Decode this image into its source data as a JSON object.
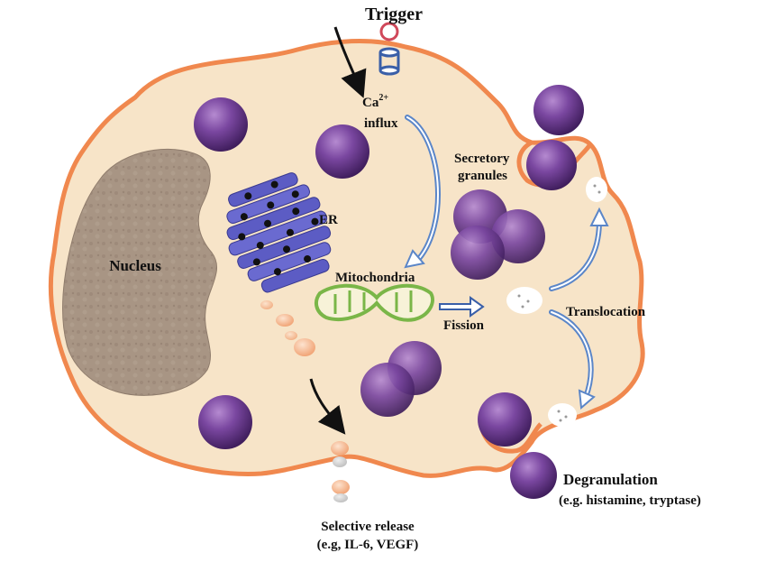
{
  "labels": {
    "trigger": "Trigger",
    "ca_influx_line1": "Ca",
    "ca_influx_sup": "2+",
    "ca_influx_line2": "influx",
    "nucleus": "Nucleus",
    "er": "ER",
    "mitochondria": "Mitochondria",
    "fission": "Fission",
    "secretory_line1": "Secretory",
    "secretory_line2": "granules",
    "translocation": "Translocation",
    "degranulation_line1": "Degranulation",
    "degranulation_line2": "(e.g. histamine, tryptase)",
    "selective_line1": "Selective release",
    "selective_line2": "(e.g, IL-6, VEGF)"
  },
  "colors": {
    "cell_fill": "#f7e4c8",
    "membrane": "#f0884e",
    "nucleus": "#a89584",
    "granule": "#6b3a8c",
    "er": "#5c5cc4",
    "mitochondria": "#7ab648",
    "arrow_blue": "#5b86c8",
    "vesicle": "#f6b98f"
  }
}
